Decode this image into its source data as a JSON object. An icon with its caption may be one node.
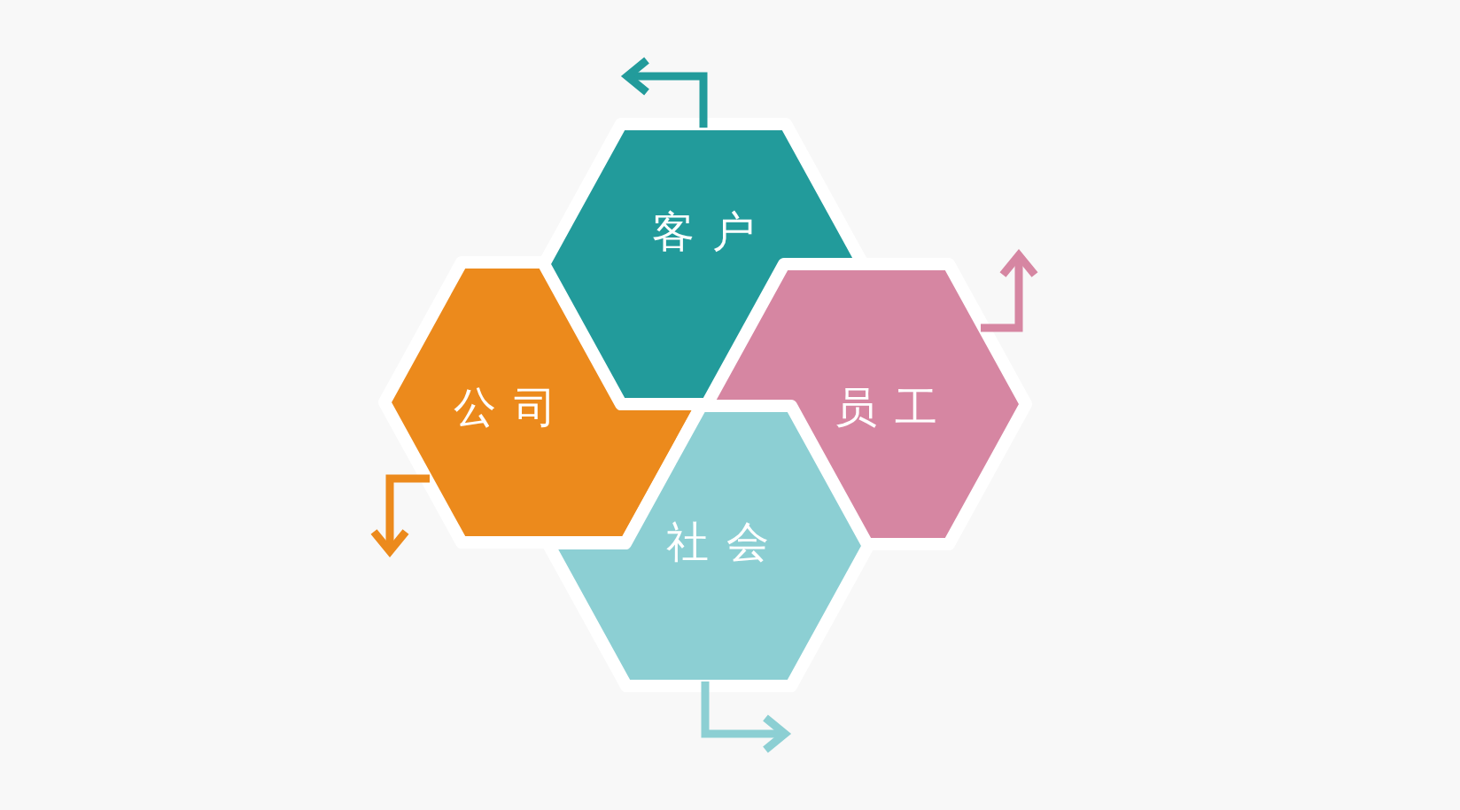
{
  "diagram": {
    "nodes": [
      {
        "text": [
          "客户"
        ]
      },
      {
        "text": [
          "公司"
        ]
      },
      {
        "text": [
          "员工"
        ]
      },
      {
        "text": [
          "社会"
        ]
      }
    ],
    "edges": [
      {
        "from": 0,
        "to": null,
        "arrow": "to",
        "color": "#229b9b"
      },
      {
        "from": 1,
        "to": null,
        "arrow": "to",
        "color": "#ec8a1c"
      },
      {
        "from": 2,
        "to": null,
        "arrow": "to",
        "color": "#d686a2"
      },
      {
        "from": 3,
        "to": null,
        "arrow": "to",
        "color": "#8ccfd3"
      }
    ]
  }
}
